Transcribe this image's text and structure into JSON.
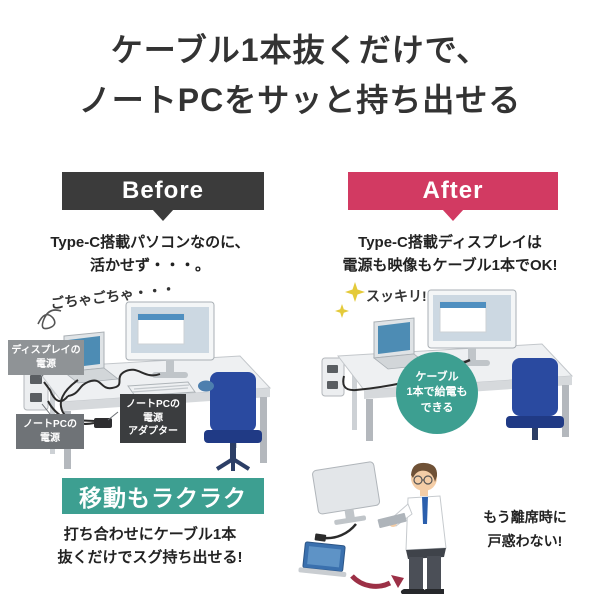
{
  "title": "ケーブル1本抜くだけで、\nノートPCをサッと持ち出せる",
  "before": {
    "badge_label": "Before",
    "description": "Type-C搭載パソコンなのに、\n活かせず・・・。",
    "clutter_note": "ごちゃごちゃ・・・",
    "labels": {
      "display_power": "ディスプレイの\n電源",
      "pc_power": "ノートPCの\n電源",
      "pc_adapter": "ノートPCの\n電源\nアダプター"
    },
    "benefit_badge": "移動もラクラク",
    "benefit_text": "打ち合わせにケーブル1本\n抜くだけでスグ持ち出せる!"
  },
  "after": {
    "badge_label": "After",
    "description": "Type-C搭載ディスプレイは\n電源も映像もケーブル1本でOK!",
    "tidy_note": "スッキリ!",
    "circle_badge": "ケーブル\n1本で給電も\nできる",
    "bottom_note": "もう離席時に\n戸惑わない!"
  },
  "colors": {
    "title_text": "#333333",
    "before_badge": "#3b3b3b",
    "after_badge": "#d23a62",
    "teal_accent": "#3d9f91",
    "chair_blue": "#2a4aa0",
    "cable_black": "#2b2b2b"
  }
}
